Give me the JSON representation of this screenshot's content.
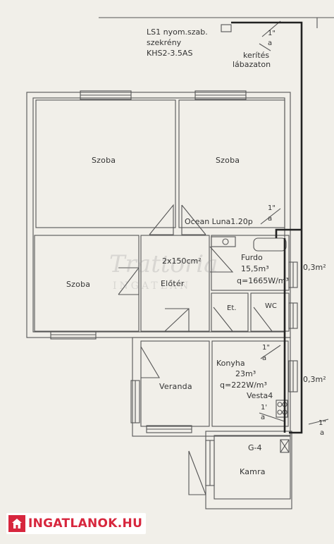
{
  "header_note": {
    "line1": "LS1 nyom.szab.",
    "line2": "szekrény",
    "line3": "KHS2-3.5AS"
  },
  "fence_note": {
    "line1": "kerítés",
    "line2": "lábazaton"
  },
  "pipe_labels": {
    "top_num": "1\"",
    "top_den": "a",
    "mid_num": "1\"",
    "mid_den": "a",
    "kitchen_num": "1\"",
    "kitchen_den": "a",
    "kitchen2_num": "1'",
    "kitchen2_den": "a",
    "right_num": "1\"",
    "right_den": "a"
  },
  "boiler_label": "Ocean  Luna1.20p",
  "rooms": {
    "room1": "Szoba",
    "room2": "Szoba",
    "room3": "Szoba",
    "hall": "Előtér",
    "radiator": "2x150cm²",
    "bath": "Furdo",
    "bath_area": "15,5m³",
    "bath_q": "q=1665W/m³",
    "et": "Et.",
    "wc": "WC",
    "veranda": "Veranda",
    "kitchen": "Konyha",
    "kitchen_area": "23m³",
    "kitchen_q": "q=222W/m³",
    "vesta": "Vesta4",
    "g4": "G-4",
    "pantry": "Kamra"
  },
  "vent_labels": {
    "upper": "0,3m²",
    "lower": "0,3m²"
  },
  "watermark": {
    "script": "Trattoria",
    "sub": "INGATLAN"
  },
  "logo": {
    "text": "INGATLANOK.HU",
    "brand_color": "#d7263d"
  }
}
